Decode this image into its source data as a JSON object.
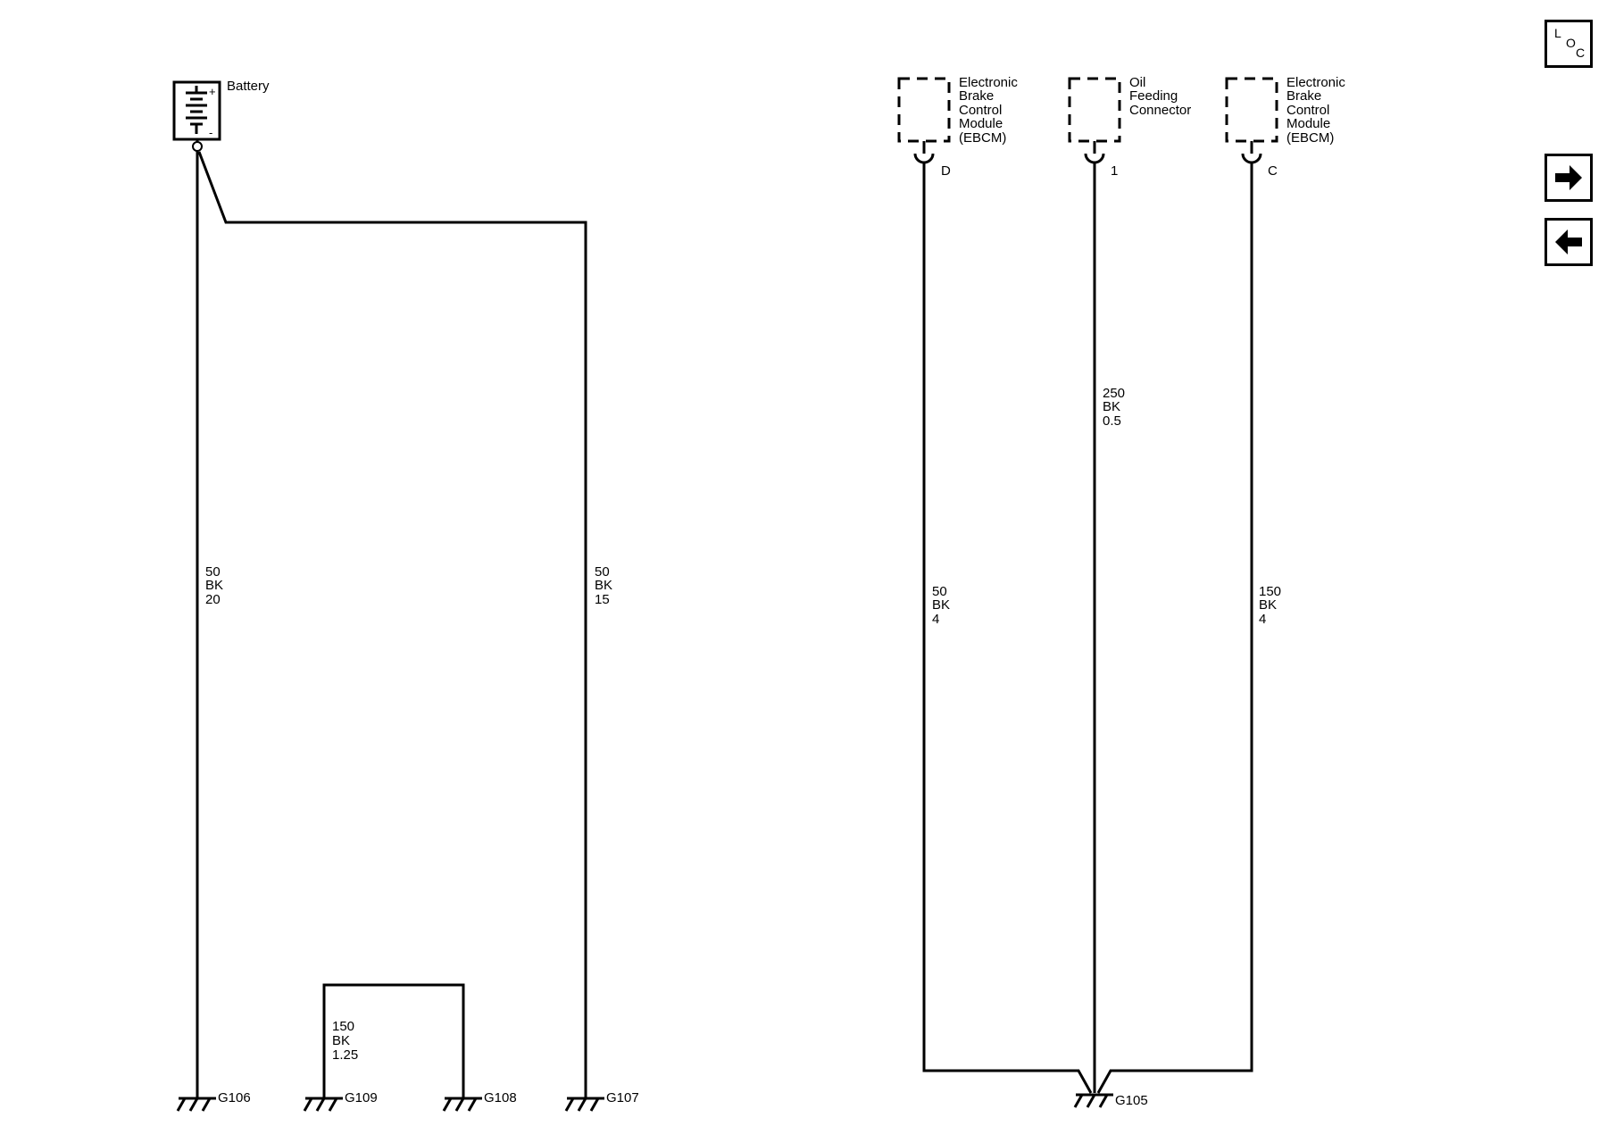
{
  "battery": {
    "label": "Battery",
    "plus": "+",
    "minus": "-"
  },
  "components": {
    "ebcm_d": {
      "lines": [
        "Electronic",
        "Brake",
        "Control",
        "Module",
        "(EBCM)"
      ],
      "pin": "D"
    },
    "oil": {
      "lines": [
        "Oil",
        "Feeding",
        "Connector"
      ],
      "pin": "1"
    },
    "ebcm_c": {
      "lines": [
        "Electronic",
        "Brake",
        "Control",
        "Module",
        "(EBCM)"
      ],
      "pin": "C"
    }
  },
  "wires": {
    "g106": [
      "50",
      "BK",
      "20"
    ],
    "g107": [
      "50",
      "BK",
      "15"
    ],
    "g109_108": [
      "150",
      "BK",
      "1.25"
    ],
    "ebcm_d": [
      "50",
      "BK",
      "4"
    ],
    "oil": [
      "250",
      "BK",
      "0.5"
    ],
    "ebcm_c": [
      "150",
      "BK",
      "4"
    ]
  },
  "grounds": {
    "g106": "G106",
    "g109": "G109",
    "g108": "G108",
    "g107": "G107",
    "g105": "G105"
  },
  "nav": {
    "loc_l": "L",
    "loc_o": "O",
    "loc_c": "C",
    "forward_icon": "arrow-right-icon",
    "back_icon": "arrow-left-icon"
  }
}
